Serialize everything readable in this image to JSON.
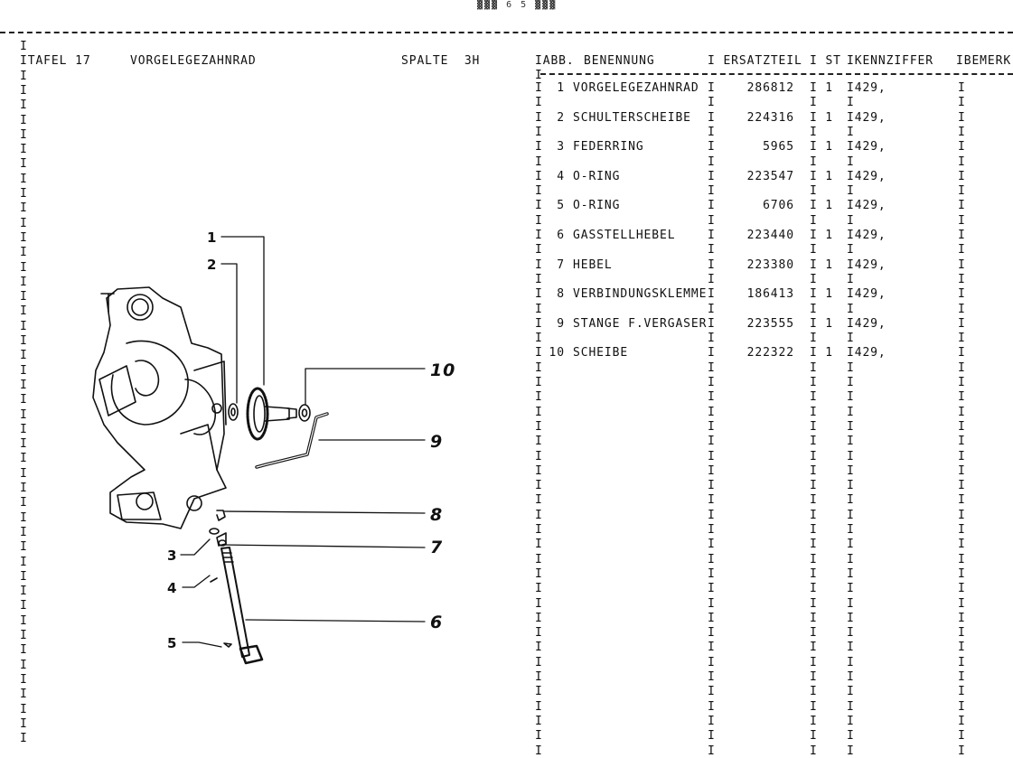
{
  "page_mark": "▓▓▓ 6 5 ▓▓▓",
  "header": {
    "tafel": "ITAFEL 17",
    "title": "VORGELEGEZAHNRAD",
    "spalte": "SPALTE  3H"
  },
  "table": {
    "columns": {
      "abb": "IABB.",
      "benennung": "BENENNUNG",
      "ersatzteil": "I ERSATZTEIL",
      "st": "I ST",
      "kennziffer": "IKENNZIFFER",
      "bemerk": "IBEMERK"
    },
    "separator": "I",
    "rows": [
      {
        "abb": "1",
        "name": "VORGELEGEZAHNRAD",
        "part": "286812",
        "st": "1",
        "kenn": "I429,"
      },
      {
        "abb": "2",
        "name": "SCHULTERSCHEIBE",
        "part": "224316",
        "st": "1",
        "kenn": "I429,"
      },
      {
        "abb": "3",
        "name": "FEDERRING",
        "part": "5965",
        "st": "1",
        "kenn": "I429,"
      },
      {
        "abb": "4",
        "name": "O-RING",
        "part": "223547",
        "st": "1",
        "kenn": "I429,"
      },
      {
        "abb": "5",
        "name": "O-RING",
        "part": "6706",
        "st": "1",
        "kenn": "I429,"
      },
      {
        "abb": "6",
        "name": "GASSTELLHEBEL",
        "part": "223440",
        "st": "1",
        "kenn": "I429,"
      },
      {
        "abb": "7",
        "name": "HEBEL",
        "part": "223380",
        "st": "1",
        "kenn": "I429,"
      },
      {
        "abb": "8",
        "name": "VERBINDUNGSKLEMME",
        "part": "186413",
        "st": "1",
        "kenn": "I429,"
      },
      {
        "abb": "9",
        "name": "STANGE F.VERGASER",
        "part": "223555",
        "st": "1",
        "kenn": "I429,"
      },
      {
        "abb": "10",
        "name": "SCHEIBE",
        "part": "222322",
        "st": "1",
        "kenn": "I429,"
      }
    ]
  },
  "diagram": {
    "callouts": [
      "1",
      "2",
      "3",
      "4",
      "5",
      "6",
      "7",
      "8",
      "9",
      "10"
    ]
  }
}
